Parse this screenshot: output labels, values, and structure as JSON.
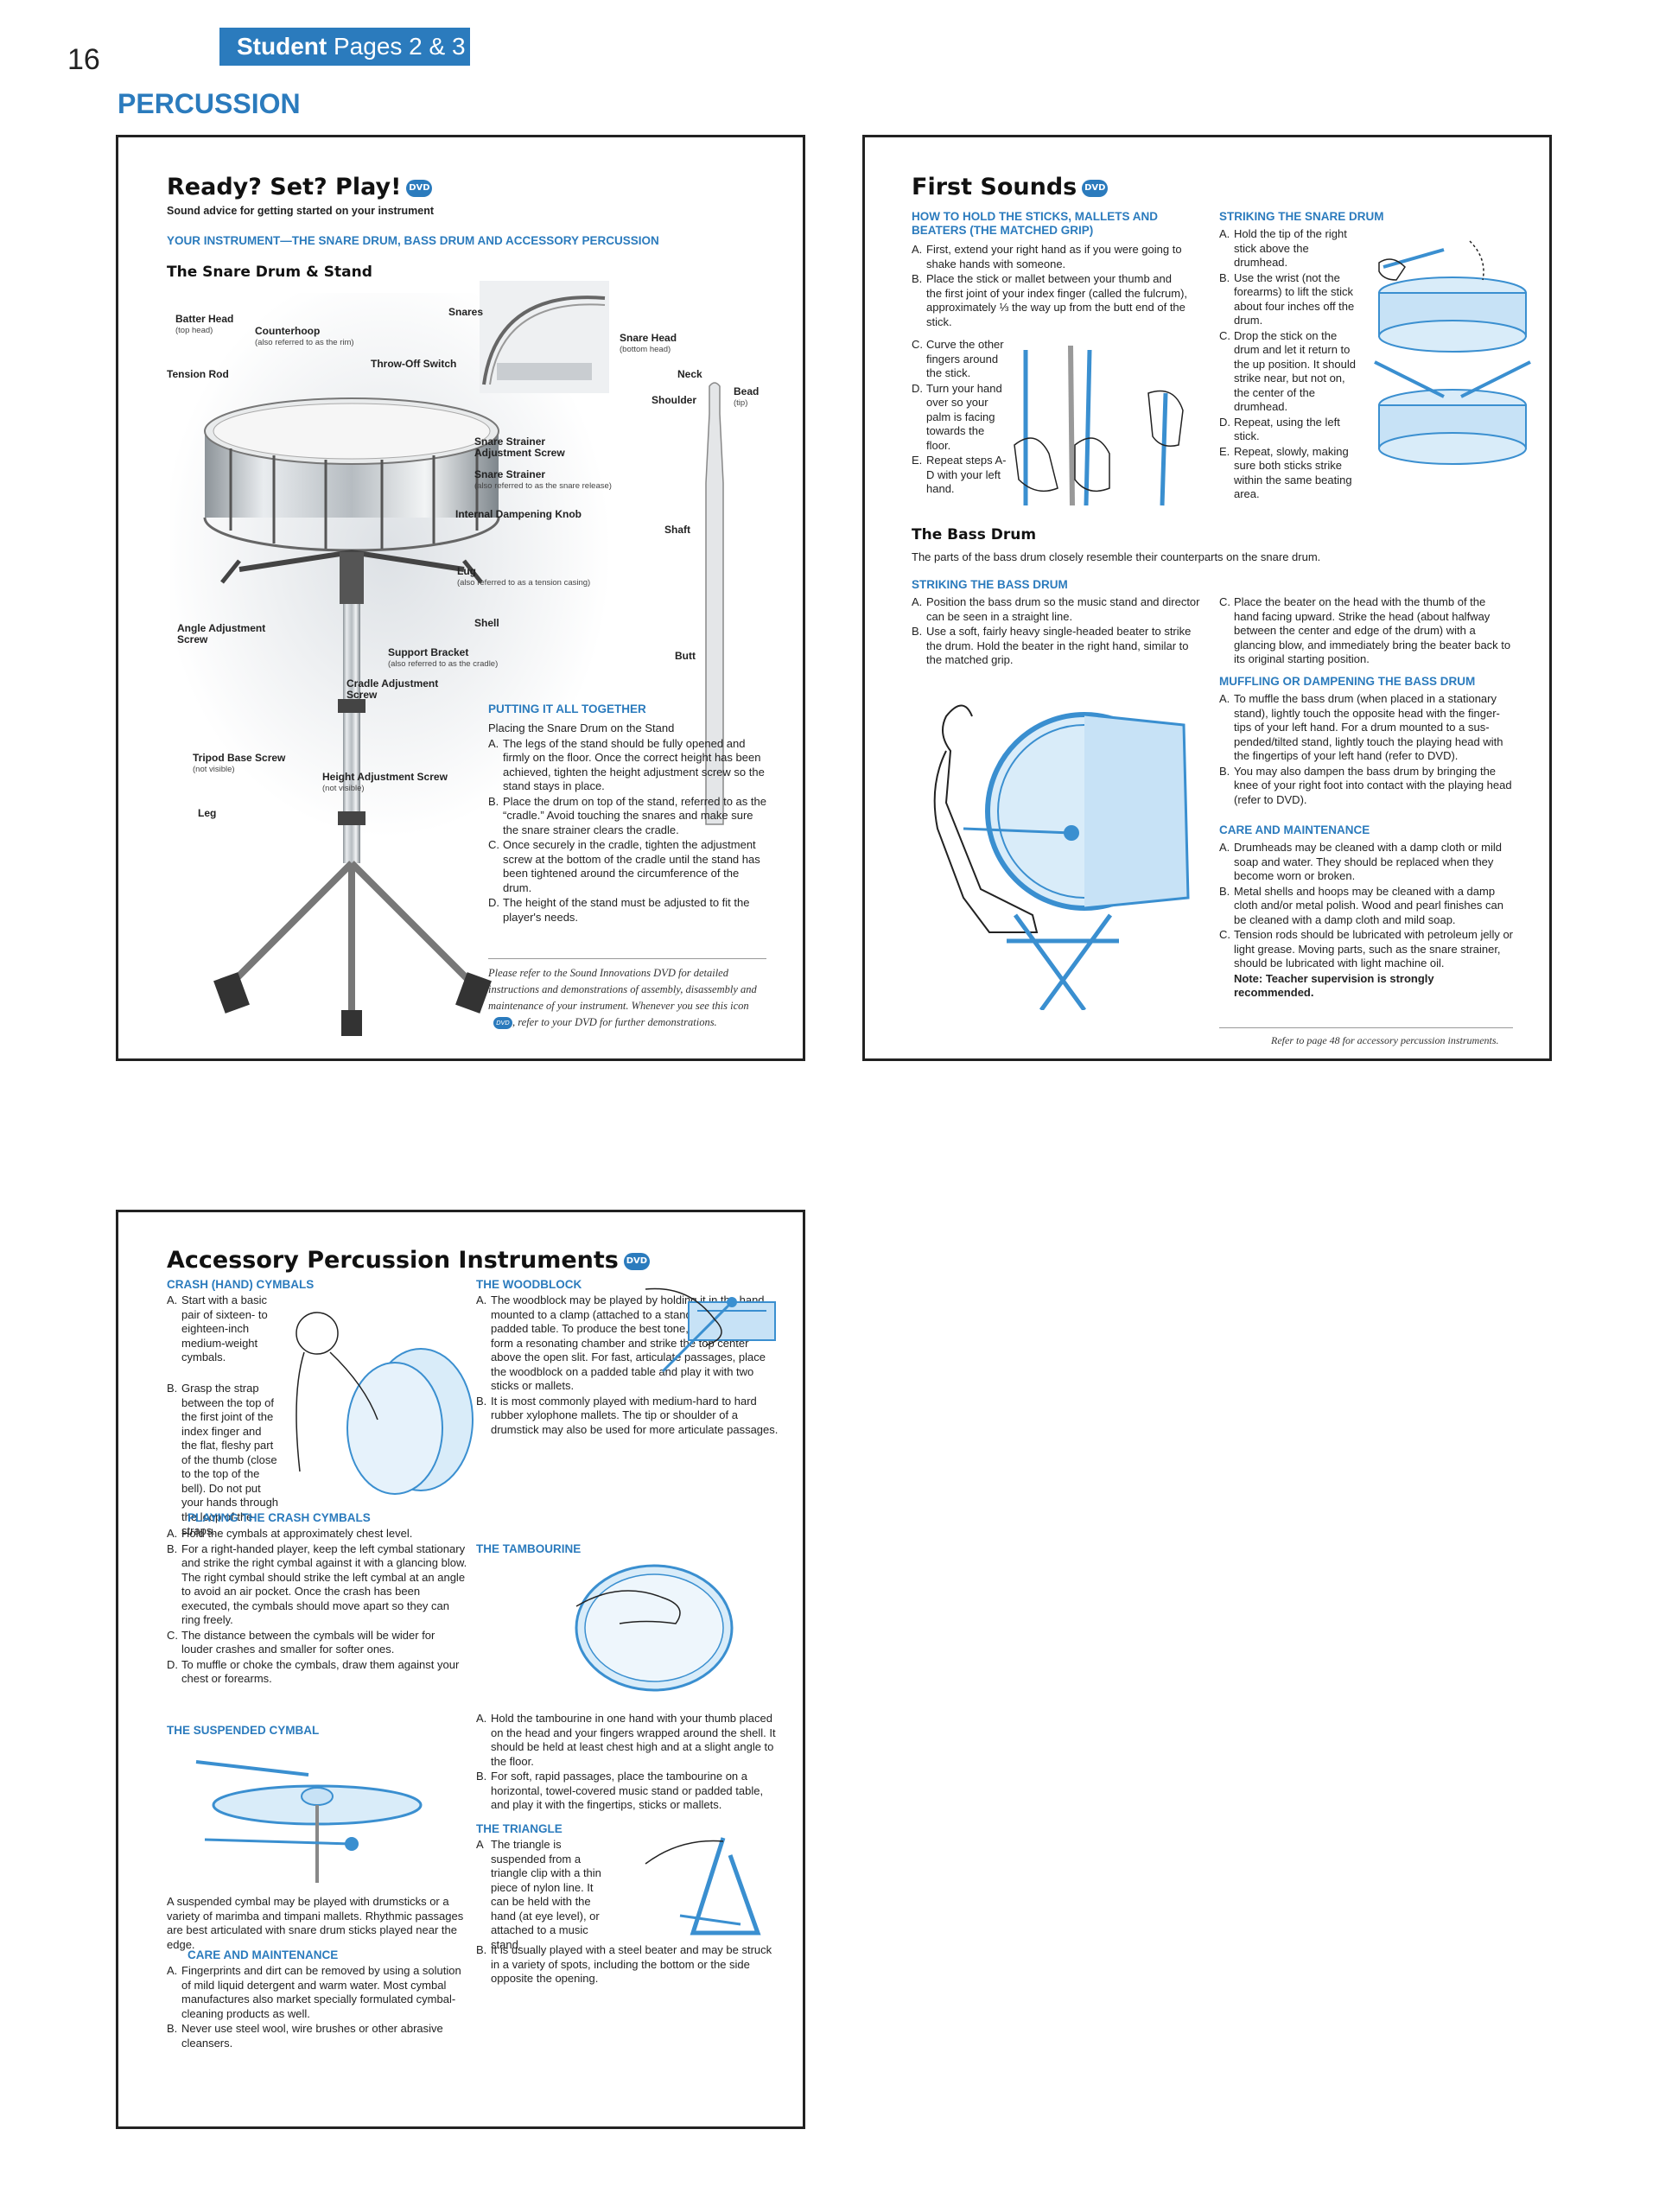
{
  "header": {
    "page_number": "16",
    "tab_bold": "Student",
    "tab_rest": " Pages 2 & 3",
    "section": "PERCUSSION"
  },
  "p1": {
    "title": "Ready? Set? Play!",
    "dvd": "DVD",
    "subtitle": "Sound advice for getting started on your instrument",
    "blue_heading": "YOUR INSTRUMENT—THE SNARE DRUM, BASS DRUM AND ACCESSORY PERCUSSION",
    "stand_heading": "The Snare Drum & Stand",
    "labels": {
      "batter_head": "Batter Head",
      "batter_head_sub": "(top head)",
      "counterhoop": "Counterhoop",
      "counterhoop_sub": "(also referred to as the rim)",
      "snares": "Snares",
      "snare_head": "Snare Head",
      "snare_head_sub": "(bottom head)",
      "tension_rod": "Tension Rod",
      "throw_off": "Throw-Off Switch",
      "strainer_adj": "Snare Strainer\nAdjustment Screw",
      "strainer": "Snare Strainer",
      "strainer_sub": "(also referred to as the snare release)",
      "dampening": "Internal Dampening Knob",
      "lug": "Lug",
      "lug_sub": "(also referred to as a tension casing)",
      "shell": "Shell",
      "angle_adj": "Angle Adjustment\nScrew",
      "support": "Support Bracket",
      "support_sub": "(also referred to as the cradle)",
      "cradle_adj": "Cradle Adjustment\nScrew",
      "tripod": "Tripod Base Screw",
      "tripod_sub": "(not visible)",
      "height_adj": "Height Adjustment Screw",
      "height_adj_sub": "(not visible)",
      "leg": "Leg",
      "neck": "Neck",
      "bead": "Bead",
      "bead_sub": "(tip)",
      "shoulder": "Shoulder",
      "shaft": "Shaft",
      "butt": "Butt"
    },
    "together_heading": "PUTTING IT ALL TOGETHER",
    "together_intro": "Placing the Snare Drum on the Stand",
    "together_items": [
      {
        "letter": "A.",
        "text": "The legs of the stand should be fully opened and firmly on the floor. Once the correct height has been achieved, tighten the height adjustment screw so the stand stays in place."
      },
      {
        "letter": "B.",
        "text": "Place the drum on top of the stand, referred to as the “cradle.” Avoid touching the snares and make sure the snare strainer clears the cradle."
      },
      {
        "letter": "C.",
        "text": "Once securely in the cradle, tighten the adjustment screw at the bottom of the cradle until the stand has been tightened around the circumference of the drum."
      },
      {
        "letter": "D.",
        "text": "The height of the stand must be adjusted to fit the player's needs."
      }
    ],
    "note": "Please refer to the Sound Innovations DVD for detailed instructions and demonstrations of assembly, disassembly and maintenance of your instrument. Whenever you see this icon",
    "note_end": ", refer to your DVD for further demonstrations."
  },
  "p2": {
    "title": "First Sounds",
    "dvd": "DVD",
    "grip_heading": "HOW TO HOLD THE STICKS, MALLETS AND BEATERS (THE MATCHED GRIP)",
    "grip_items": [
      {
        "letter": "A.",
        "text": "First, extend your right hand as if you were going to shake hands with someone."
      },
      {
        "letter": "B.",
        "text": "Place the stick or mallet between your thumb and the first joint of your index finger (called the fulcrum), approximately ⅓ the way up from the butt end of the stick."
      },
      {
        "letter": "C.",
        "text": "Curve the other fingers around the stick."
      },
      {
        "letter": "D.",
        "text": "Turn your hand over so your palm is facing towards the floor."
      },
      {
        "letter": "E.",
        "text": "Repeat steps A-D with your left hand."
      }
    ],
    "strike_heading": "STRIKING THE SNARE DRUM",
    "strike_items": [
      {
        "letter": "A.",
        "text": "Hold the tip of the right stick above the drumhead."
      },
      {
        "letter": "B.",
        "text": "Use the wrist (not the forearms) to lift the stick about four inches off the drum."
      },
      {
        "letter": "C.",
        "text": "Drop the stick on the drum and let it return to the up position. It should strike near, but not on, the center of the drumhead."
      },
      {
        "letter": "D.",
        "text": "Repeat, using the left stick."
      },
      {
        "letter": "E.",
        "text": "Repeat, slowly, making sure both sticks strike within the same beating area."
      }
    ],
    "bass_heading": "The Bass Drum",
    "bass_intro": "The parts of the bass drum closely resemble their counterparts on the snare drum.",
    "bass_strike_heading": "STRIKING THE BASS DRUM",
    "bass_strike_items": [
      {
        "letter": "A.",
        "text": "Position the bass drum so the music stand and director can be seen in a straight line."
      },
      {
        "letter": "B.",
        "text": "Use a soft, fairly heavy single-headed beater to strike the drum. Hold the beater in the right hand, similar to the matched grip."
      },
      {
        "letter": "C.",
        "text": "Place the beater on the head with the thumb of the hand facing upward. Strike the head (about halfway between the center and edge of the drum) with a glancing blow, and immediately bring the beater back to its original starting position."
      }
    ],
    "muffle_heading": "MUFFLING OR DAMPENING THE BASS DRUM",
    "muffle_items": [
      {
        "letter": "A.",
        "text": "To muffle the bass drum (when placed in a stationary stand), lightly touch the opposite head with the finger-tips of your left hand. For a drum mounted to a sus-pended/tilted stand, lightly touch the playing head with the fingertips of your left hand (refer to DVD)."
      },
      {
        "letter": "B.",
        "text": "You may also dampen the bass drum by bringing the knee of your right foot into contact with the playing head (refer to DVD)."
      }
    ],
    "care_heading": "CARE AND MAINTENANCE",
    "care_items": [
      {
        "letter": "A.",
        "text": "Drumheads may be cleaned with a damp cloth or mild soap and water. They should be replaced when they become worn or broken."
      },
      {
        "letter": "B.",
        "text": "Metal shells and hoops may be cleaned with a damp cloth and/or metal polish. Wood and pearl finishes can be cleaned with a damp cloth and mild soap."
      },
      {
        "letter": "C.",
        "text": "Tension rods should be lubricated with petroleum jelly or light grease. Moving parts, such as the snare strainer, should be lubricated with light machine oil."
      }
    ],
    "care_note": "Note: Teacher supervision is strongly recommended.",
    "footer": "Refer to page 48 for accessory percussion instruments."
  },
  "p3": {
    "title": "Accessory Percussion Instruments",
    "dvd": "DVD",
    "crash_heading": "CRASH (HAND) CYMBALS",
    "crash_items": [
      {
        "letter": "A.",
        "text": "Start with a basic pair of sixteen- to eighteen-inch medium-weight cymbals."
      },
      {
        "letter": "B.",
        "text": "Grasp the strap between the top of the first joint of the index finger and the flat, fleshy part of the thumb (close to the top of the bell). Do not put your hands through the loop of the straps."
      }
    ],
    "playing_heading": "PLAYING THE CRASH CYMBALS",
    "playing_items": [
      {
        "letter": "A.",
        "text": "Hold the cymbals at approximately chest level."
      },
      {
        "letter": "B.",
        "text": "For a right-handed player, keep the left cymbal stationary and strike the right cymbal against it with a glancing blow. The right cymbal should strike the left cymbal at an angle to avoid an air pocket. Once the crash has been executed, the cymbals should move apart so they can ring freely."
      },
      {
        "letter": "C.",
        "text": "The distance between the cymbals will be wider for louder crashes and smaller for softer ones."
      },
      {
        "letter": "D.",
        "text": "To muffle or choke the cymbals, draw them against your chest or forearms."
      }
    ],
    "suspended_heading": "THE SUSPENDED CYMBAL",
    "suspended_text": "A suspended cymbal may be played with drumsticks or a variety of marimba and timpani mallets. Rhythmic passages are best articulated with snare drum sticks played near the edge.",
    "care_heading": "CARE AND MAINTENANCE",
    "care_items": [
      {
        "letter": "A.",
        "text": "Fingerprints and dirt can be removed by using a solution of mild liquid detergent and warm water. Most cymbal manufactures also market specially formulated cymbal-cleaning products as well."
      },
      {
        "letter": "B.",
        "text": "Never use steel wool, wire brushes or other abrasive cleansers."
      }
    ],
    "woodblock_heading": "THE WOODBLOCK",
    "woodblock_items": [
      {
        "letter": "A.",
        "text": "The woodblock may be played by holding it in the hand, mounted to a clamp (attached to a stand), or placed on a padded table. To produce the best tone, cup your hand to form a resonating chamber and strike the top center above the open slit. For fast, articulate passages, place the woodblock on a padded table and play it with two sticks or mallets."
      },
      {
        "letter": "B.",
        "text": "It is most commonly played with medium-hard to hard rubber xylophone mallets. The tip or shoulder of a drumstick may also be used for more articulate passages."
      }
    ],
    "tambourine_heading": "THE TAMBOURINE",
    "tambourine_items": [
      {
        "letter": "A.",
        "text": "Hold the tambourine in one hand with your thumb placed on the head and your fingers wrapped around the shell. It should be held at least chest high and at a slight angle to the floor."
      },
      {
        "letter": "B.",
        "text": "For soft, rapid passages, place the tambourine on a horizontal, towel-covered music stand or padded table, and play it with the fingertips, sticks or mallets."
      }
    ],
    "triangle_heading": "THE TRIANGLE",
    "triangle_items": [
      {
        "letter": "A",
        "text": "The triangle is suspended from a triangle clip with a thin piece of nylon line. It can be held with the hand (at eye level), or attached to a music stand."
      },
      {
        "letter": "B.",
        "text": "It is usually played with a steel beater and may be struck in a variety of spots, including the bottom or the side opposite the opening."
      }
    ]
  }
}
